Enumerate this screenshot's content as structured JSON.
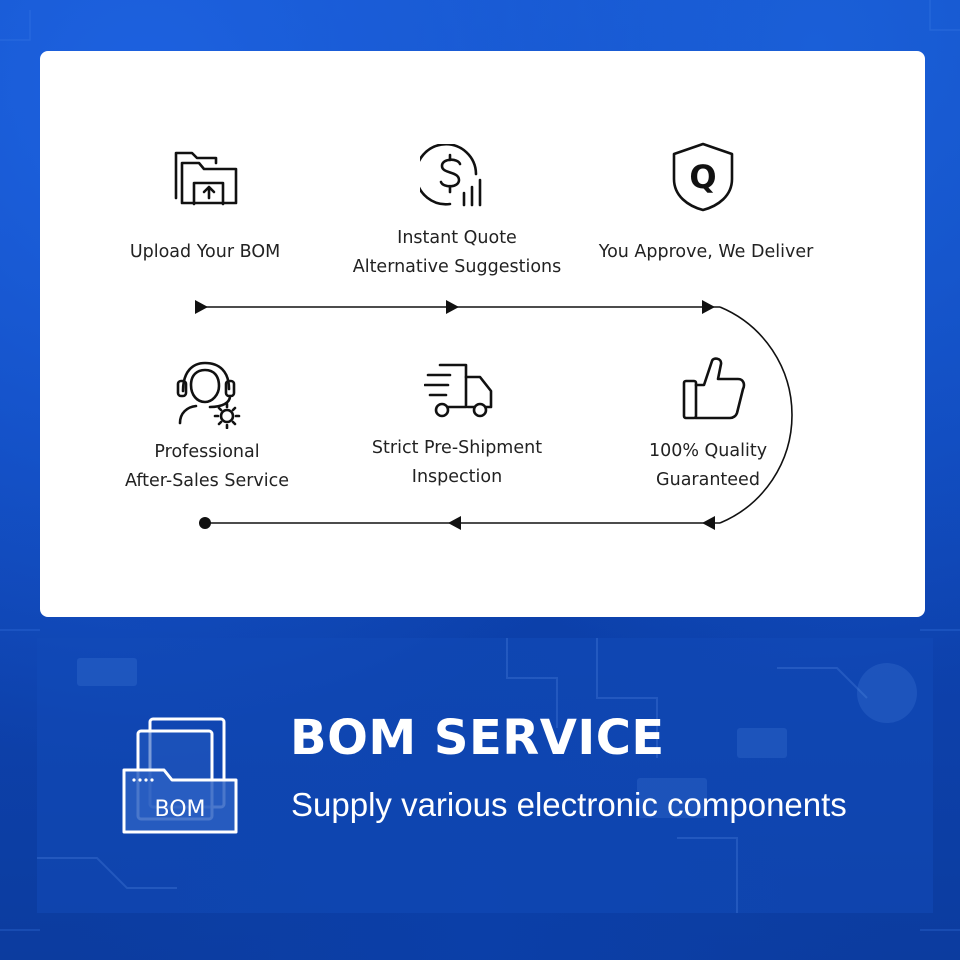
{
  "steps": [
    {
      "label": "Upload Your BOM",
      "icon": "folder-upload-icon"
    },
    {
      "label": "Instant Quote\nAlternative Suggestions",
      "icon": "dollar-chart-icon"
    },
    {
      "label": "You Approve, We Deliver",
      "icon": "quality-shield-icon"
    },
    {
      "label": "100% Quality\nGuaranteed",
      "icon": "thumbs-up-icon"
    },
    {
      "label": "Strict Pre-Shipment\nInspection",
      "icon": "delivery-truck-icon"
    },
    {
      "label": "Professional\nAfter-Sales Service",
      "icon": "support-agent-icon"
    }
  ],
  "shield_letter": "Q",
  "banner": {
    "title": "BOM SERVICE",
    "subtitle": "Supply various electronic components",
    "icon_label": "BOM",
    "icon": "bom-folder-icon"
  },
  "colors": {
    "background_blue": "#134fc4",
    "card": "#ffffff",
    "text": "#222222",
    "banner_text": "#ffffff"
  }
}
